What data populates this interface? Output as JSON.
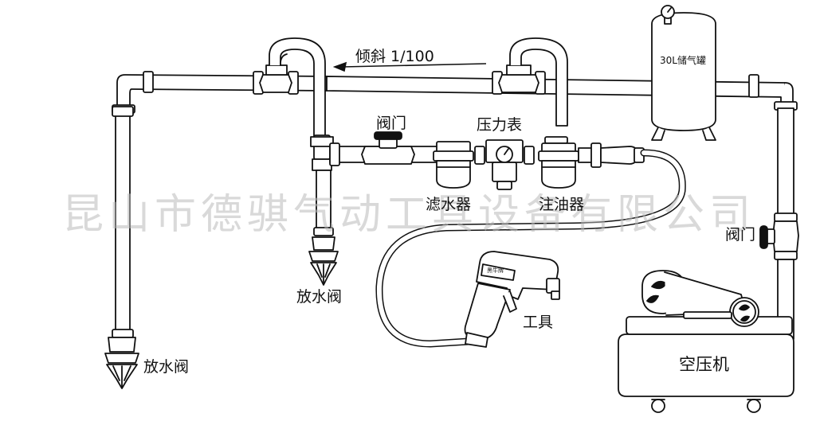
{
  "labels": {
    "slope": "倾斜 1/100",
    "tank": "30L储气罐",
    "valve_main": "阀门",
    "valve_right": "阀门",
    "pressure_gauge": "压力表",
    "filter": "滤水器",
    "lubricator": "注油器",
    "drain_mid": "放水阀",
    "drain_left": "放水阀",
    "tool": "工具",
    "compressor": "空压机",
    "tool_brand": "黑牛牌"
  },
  "watermark": "昆山市德骐气动工具设备有限公司",
  "colors": {
    "line": "#111111",
    "fill": "#ffffff",
    "watermark": "#bdbdbd"
  }
}
